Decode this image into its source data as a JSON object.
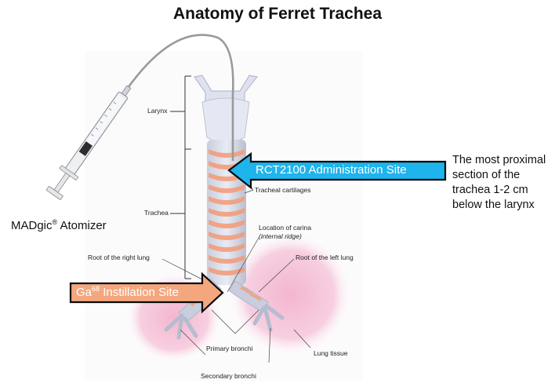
{
  "title": "Anatomy of Ferret Trachea",
  "device_label_pre": "MADgic",
  "device_label_sup": "®",
  "device_label_post": " Atomizer",
  "admin_arrow_label": "RCT2100 Administration Site",
  "instill_arrow": {
    "pre": "Ga",
    "sup": "68",
    "post": " Instillation Site"
  },
  "note_lines": [
    "The most proximal",
    "section of the",
    "trachea 1-2 cm",
    "below the larynx"
  ],
  "labels": {
    "larynx": "Larynx",
    "trachea": "Trachea",
    "tracheal_cartilages": "Tracheal cartilages",
    "carina_1": "Location of carina",
    "carina_2": "(internal ridge)",
    "root_right": "Root of the right lung",
    "root_left": "Root of the left lung",
    "lung_tissue": "Lung tissue",
    "primary_bronchi": "Primary bronchi",
    "secondary_bronchi": "Secondary bronchi"
  },
  "colors": {
    "admin_arrow_fill": "#1eb4ec",
    "instill_arrow_fill": "#f4a77e",
    "cartilage": "#f59a74",
    "lung": "#f0a9c8"
  }
}
